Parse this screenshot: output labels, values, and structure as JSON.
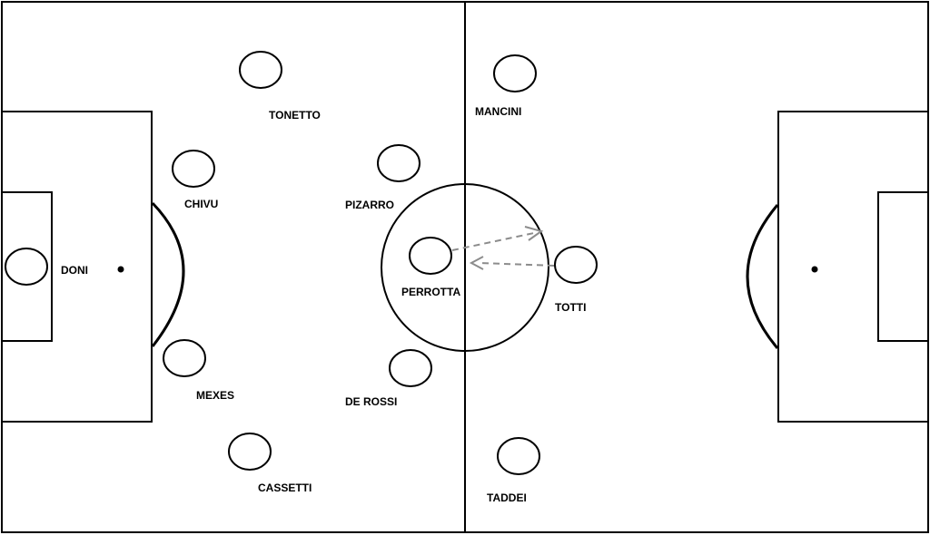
{
  "diagram": {
    "players": [
      {
        "id": "doni",
        "name": "DONI"
      },
      {
        "id": "tonetto",
        "name": "TONETTO"
      },
      {
        "id": "chivu",
        "name": "CHIVU"
      },
      {
        "id": "mexes",
        "name": "MEXES"
      },
      {
        "id": "cassetti",
        "name": "CASSETTI"
      },
      {
        "id": "pizarro",
        "name": "PIZARRO"
      },
      {
        "id": "perrotta",
        "name": "PERROTTA"
      },
      {
        "id": "de-rossi",
        "name": "DE ROSSI"
      },
      {
        "id": "mancini",
        "name": "MANCINI"
      },
      {
        "id": "totti",
        "name": "TOTTI"
      },
      {
        "id": "taddei",
        "name": "TADDEI"
      }
    ],
    "colors": {
      "lines": "#000000",
      "arrows": "#8c8c8c",
      "background": "#ffffff"
    }
  }
}
